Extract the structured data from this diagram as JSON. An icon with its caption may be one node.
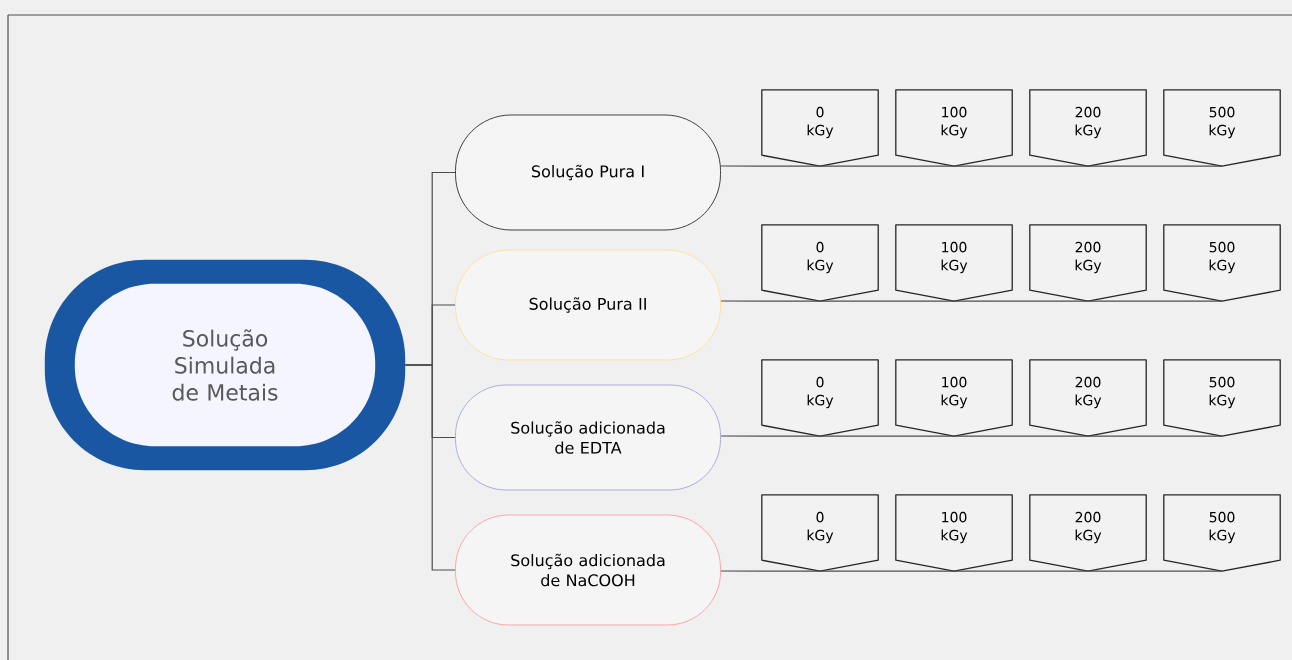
{
  "diagram": {
    "nodes": [
      {
        "text": [
          "Solução Simulada de Metais"
        ]
      },
      {
        "text": [
          "Solução Pura I"
        ]
      },
      {
        "text": [
          "0 kGy"
        ]
      },
      {
        "text": [
          "100 kGy"
        ]
      },
      {
        "text": [
          "200 kGy"
        ]
      },
      {
        "text": [
          "500 kGy"
        ]
      },
      {
        "text": [
          "Solução Pura II"
        ]
      },
      {
        "text": [
          "0 kGy"
        ]
      },
      {
        "text": [
          "100 kGy"
        ]
      },
      {
        "text": [
          "200 kGy"
        ]
      },
      {
        "text": [
          "500 kGy"
        ]
      },
      {
        "text": [
          "Solução adicionada de EDTA"
        ]
      },
      {
        "text": [
          "0 kGy"
        ]
      },
      {
        "text": [
          "100 kGy"
        ]
      },
      {
        "text": [
          "200 kGy"
        ]
      },
      {
        "text": [
          "500 kGy"
        ]
      },
      {
        "text": [
          "Solução adicionada de NaCOOH"
        ]
      },
      {
        "text": [
          "0 kGy"
        ]
      },
      {
        "text": [
          "100 kGy"
        ]
      },
      {
        "text": [
          "200 kGy"
        ]
      },
      {
        "text": [
          "500 kGy"
        ]
      }
    ],
    "edges": [
      {
        "from": 0,
        "to": 1,
        "arrow": "none"
      },
      {
        "from": 0,
        "to": 6,
        "arrow": "none"
      },
      {
        "from": 0,
        "to": 11,
        "arrow": "none"
      },
      {
        "from": 0,
        "to": 16,
        "arrow": "none"
      },
      {
        "from": 1,
        "to": 2,
        "arrow": "none"
      },
      {
        "from": 2,
        "to": 3,
        "arrow": "none"
      },
      {
        "from": 3,
        "to": 4,
        "arrow": "none"
      },
      {
        "from": 4,
        "to": 5,
        "arrow": "none"
      },
      {
        "from": 6,
        "to": 7,
        "arrow": "none"
      },
      {
        "from": 7,
        "to": 8,
        "arrow": "none"
      },
      {
        "from": 8,
        "to": 9,
        "arrow": "none"
      },
      {
        "from": 9,
        "to": 10,
        "arrow": "none"
      },
      {
        "from": 11,
        "to": 12,
        "arrow": "none"
      },
      {
        "from": 12,
        "to": 13,
        "arrow": "none"
      },
      {
        "from": 13,
        "to": 14,
        "arrow": "none"
      },
      {
        "from": 14,
        "to": 15,
        "arrow": "none"
      },
      {
        "from": 16,
        "to": 17,
        "arrow": "none"
      },
      {
        "from": 17,
        "to": 18,
        "arrow": "none"
      },
      {
        "from": 18,
        "to": 19,
        "arrow": "none"
      },
      {
        "from": 19,
        "to": 20,
        "arrow": "none"
      }
    ]
  }
}
